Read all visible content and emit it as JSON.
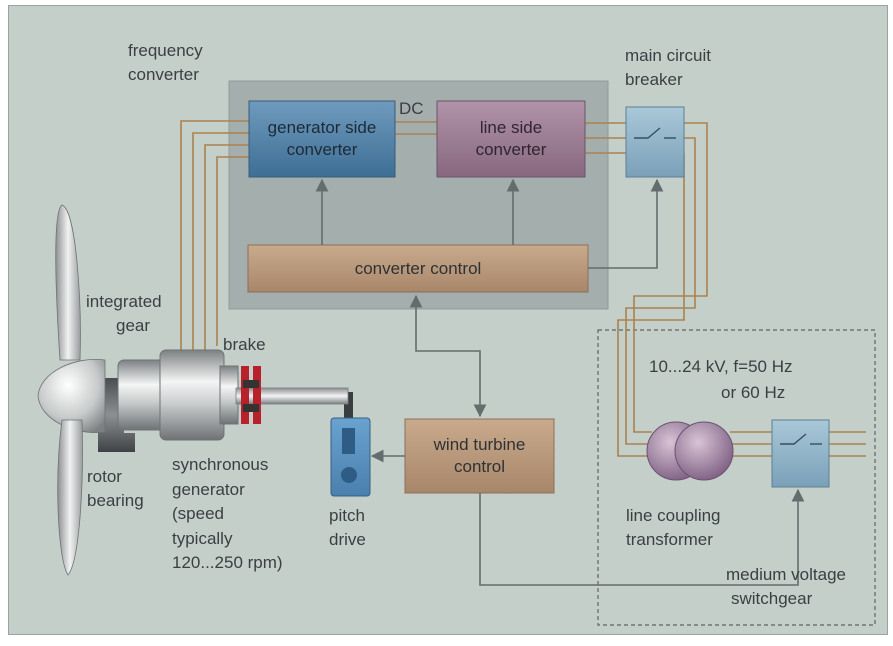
{
  "labels": {
    "frequency_converter": [
      "frequency",
      "converter"
    ],
    "main_circuit_breaker": [
      "main circuit",
      "breaker"
    ],
    "dc": "DC",
    "generator_side_converter": [
      "generator side",
      "converter"
    ],
    "line_side_converter": [
      "line side",
      "converter"
    ],
    "converter_control": "converter control",
    "integrated_gear": [
      "integrated",
      "gear"
    ],
    "brake": "brake",
    "voltage": [
      "10...24 kV, f=50 Hz",
      "or 60 Hz"
    ],
    "rotor_bearing": [
      "rotor",
      "bearing"
    ],
    "synchronous_generator": [
      "synchronous",
      "generator",
      "(speed",
      "typically",
      "120...250 rpm)"
    ],
    "pitch_drive": [
      "pitch",
      "drive"
    ],
    "wind_turbine_control": [
      "wind turbine",
      "control"
    ],
    "line_coupling_transformer": [
      "line coupling",
      "transformer"
    ],
    "medium_voltage_switchgear": [
      "medium voltage",
      "switchgear"
    ]
  },
  "colors": {
    "background": "#c4cfca",
    "converter_area": "#a4aead",
    "generator_converter": "#4f7fa6",
    "line_converter": "#9a7a92",
    "control_box": "#b7977a",
    "breaker": "#8fb3c8",
    "wire": "#a9824f",
    "signal": "#6a7373",
    "transformer": "#8a6f8f"
  }
}
